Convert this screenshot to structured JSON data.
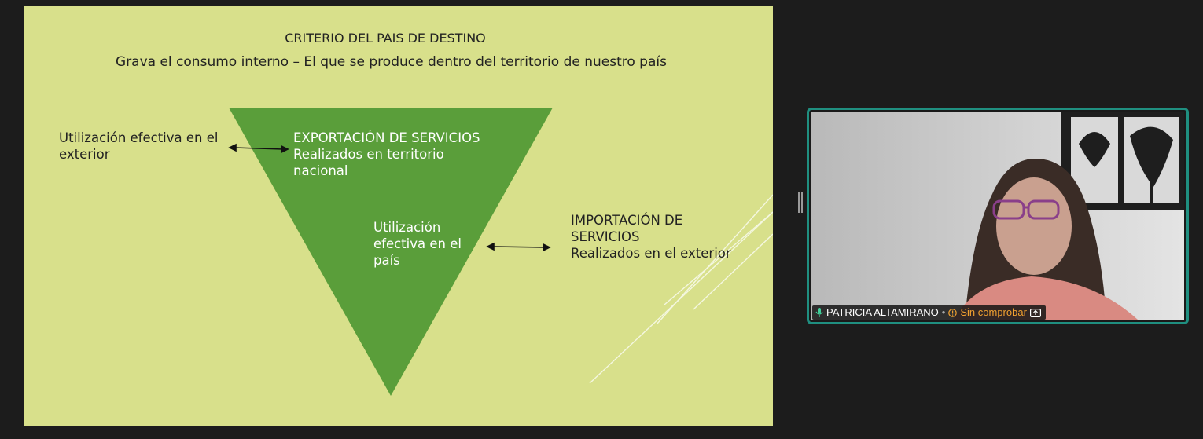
{
  "slide": {
    "title": "CRITERIO DEL PAIS DE DESTINO",
    "subtitle": "Grava el consumo interno – El que se produce dentro del territorio de nuestro país",
    "left_label": [
      "Utilización efectiva en el",
      "exterior"
    ],
    "export_block": [
      "EXPORTACIÓN DE SERVICIOS",
      "Realizados en territorio",
      "nacional"
    ],
    "center_block": [
      "Utilización",
      "efectiva en el",
      "país"
    ],
    "import_block": [
      "IMPORTACIÓN DE",
      "SERVICIOS",
      "Realizados en el exterior"
    ],
    "colors": {
      "background": "#d8e08b",
      "triangle": "#5a9e3a"
    }
  },
  "video_tile": {
    "participant_name": "PATRICIA ALTAMIRANO",
    "status": "Sin comprobar",
    "icons": [
      "microphone-icon",
      "warning-icon",
      "screen-share-icon"
    ],
    "border_color": "#1f8f80"
  }
}
